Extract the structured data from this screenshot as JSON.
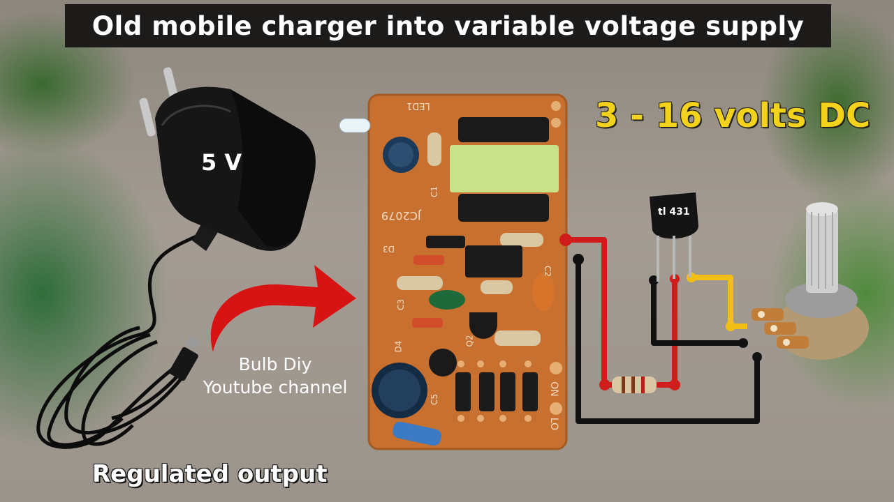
{
  "title": "Old mobile charger into variable voltage supply",
  "voltage_range": "3 - 16 volts DC",
  "charger_label": "5 V",
  "footer_label": "Regulated output",
  "watermark": {
    "line1": "Bulb Diy",
    "line2": "Youtube channel"
  },
  "ic_label": "tl 431",
  "pcb": {
    "silkscreen_model": "JC2079",
    "led": "LED1",
    "c1": "C1",
    "c2": "C2",
    "c3": "C3",
    "c5": "C5",
    "d3": "D3",
    "d4": "D4",
    "q2": "Q2",
    "out_plus": "ON",
    "out_minus": "LO"
  },
  "colors": {
    "pcb": "#c8702f",
    "wire_red": "#d11c1c",
    "wire_black": "#111111",
    "wire_yellow": "#f2c014",
    "volts_text": "#f2d21b",
    "arrow": "#d81313"
  }
}
